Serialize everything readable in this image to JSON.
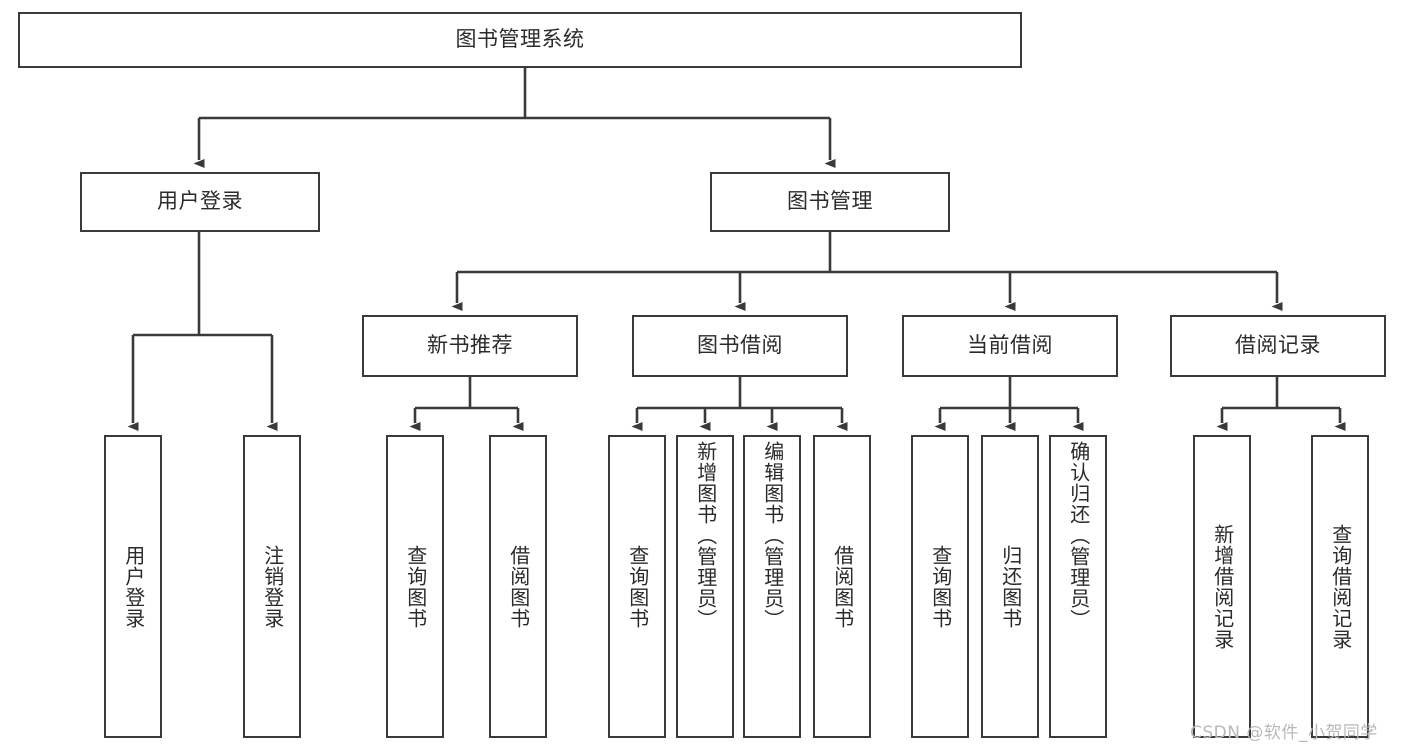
{
  "diagram": {
    "title": "图书管理系统",
    "type": "tree-structure-chart",
    "line_color": "#3a3a3a",
    "box_fill": "#ffffff",
    "text_color": "#2b2b2b"
  },
  "nodes": {
    "root": {
      "label": "图书管理系统"
    },
    "level2": [
      {
        "id": "user-login",
        "label": "用户登录"
      },
      {
        "id": "book-manage",
        "label": "图书管理"
      }
    ],
    "level3": [
      {
        "id": "new-book-recommend",
        "label": "新书推荐"
      },
      {
        "id": "book-borrow",
        "label": "图书借阅"
      },
      {
        "id": "current-borrow",
        "label": "当前借阅"
      },
      {
        "id": "borrow-record",
        "label": "借阅记录"
      }
    ],
    "leaves": {
      "user_login": [
        {
          "id": "leaf-user-login",
          "label": "用户登录"
        },
        {
          "id": "leaf-logout-login",
          "label": "注销登录"
        }
      ],
      "new_book_recommend": [
        {
          "id": "leaf-query-book-1",
          "label": "查询图书"
        },
        {
          "id": "leaf-borrow-book-1",
          "label": "借阅图书"
        }
      ],
      "book_borrow": [
        {
          "id": "leaf-query-book-2",
          "label": "查询图书"
        },
        {
          "id": "leaf-add-book",
          "label": "新增图书（管理员）"
        },
        {
          "id": "leaf-edit-book",
          "label": "编辑图书（管理员）"
        },
        {
          "id": "leaf-borrow-book-2",
          "label": "借阅图书"
        }
      ],
      "current_borrow": [
        {
          "id": "leaf-query-book-3",
          "label": "查询图书"
        },
        {
          "id": "leaf-return-book",
          "label": "归还图书"
        },
        {
          "id": "leaf-confirm-return",
          "label": "确认归还（管理员）"
        }
      ],
      "borrow_record": [
        {
          "id": "leaf-add-record",
          "label": "新增借阅记录"
        },
        {
          "id": "leaf-query-record",
          "label": "查询借阅记录"
        }
      ]
    }
  },
  "watermark": {
    "text": "CSDN @软件_小贺同学"
  }
}
